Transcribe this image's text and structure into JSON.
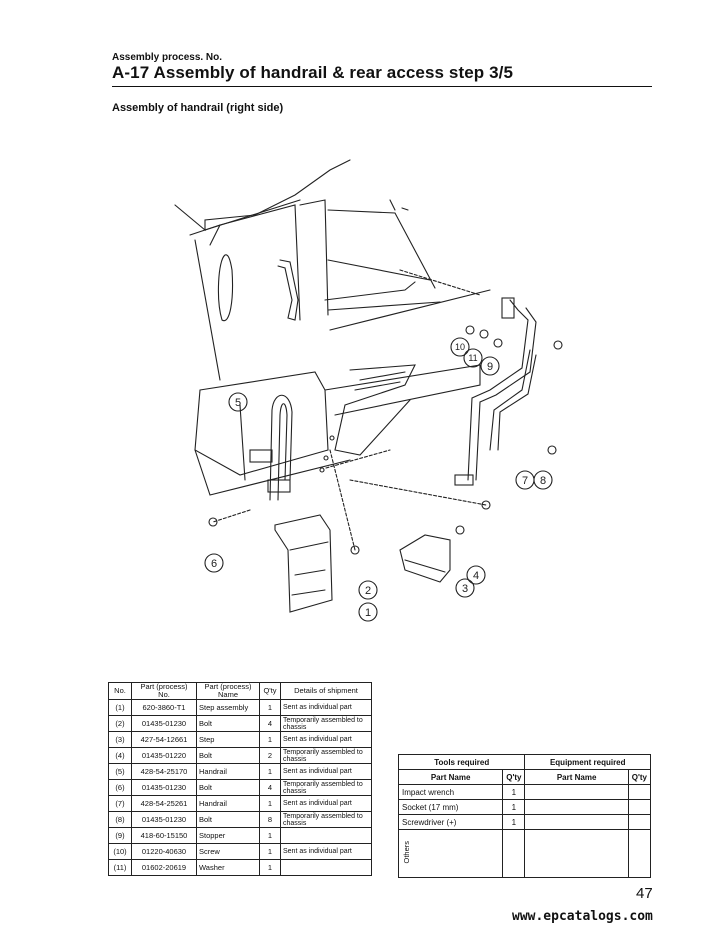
{
  "header": {
    "process_label": "Assembly process. No.",
    "title": "A-17  Assembly of handrail & rear access step   3/5"
  },
  "section_heading": "Assembly of handrail (right side)",
  "diagram": {
    "callouts": [
      "1",
      "2",
      "3",
      "4",
      "5",
      "6",
      "7",
      "8",
      "9",
      "10",
      "11"
    ]
  },
  "parts_table": {
    "headers": [
      "No.",
      "Part (process) No.",
      "Part (process) Name",
      "Q'ty",
      "Details of shipment"
    ],
    "rows": [
      {
        "no": "(1)",
        "part_no": "620-3860-T1",
        "name": "Step assembly",
        "qty": "1",
        "details": "Sent as individual part"
      },
      {
        "no": "(2)",
        "part_no": "01435-01230",
        "name": "Bolt",
        "qty": "4",
        "details": "Temporarily assembled to chassis"
      },
      {
        "no": "(3)",
        "part_no": "427-54-12661",
        "name": "Step",
        "qty": "1",
        "details": "Sent as individual part"
      },
      {
        "no": "(4)",
        "part_no": "01435-01220",
        "name": "Bolt",
        "qty": "2",
        "details": "Temporarily assembled to chassis"
      },
      {
        "no": "(5)",
        "part_no": "428-54-25170",
        "name": "Handrail",
        "qty": "1",
        "details": "Sent as individual part"
      },
      {
        "no": "(6)",
        "part_no": "01435-01230",
        "name": "Bolt",
        "qty": "4",
        "details": "Temporarily assembled to chassis"
      },
      {
        "no": "(7)",
        "part_no": "428-54-25261",
        "name": "Handrail",
        "qty": "1",
        "details": "Sent as individual part"
      },
      {
        "no": "(8)",
        "part_no": "01435-01230",
        "name": "Bolt",
        "qty": "8",
        "details": "Temporarily assembled to chassis"
      },
      {
        "no": "(9)",
        "part_no": "418-60-15150",
        "name": "Stopper",
        "qty": "1",
        "details": ""
      },
      {
        "no": "(10)",
        "part_no": "01220-40630",
        "name": "Screw",
        "qty": "1",
        "details": "Sent as individual part"
      },
      {
        "no": "(11)",
        "part_no": "01602-20619",
        "name": "Washer",
        "qty": "1",
        "details": ""
      }
    ]
  },
  "tools_table": {
    "tools_header": "Tools required",
    "equipment_header": "Equipment required",
    "part_name_header": "Part Name",
    "qty_header": "Q'ty",
    "rows": [
      {
        "name": "Impact wrench",
        "qty": "1"
      },
      {
        "name": "Socket (17 mm)",
        "qty": "1"
      },
      {
        "name": "Screwdriver (+)",
        "qty": "1"
      }
    ],
    "others_label": "Others"
  },
  "footer": {
    "page_number": "47",
    "watermark": "www.epcatalogs.com"
  }
}
